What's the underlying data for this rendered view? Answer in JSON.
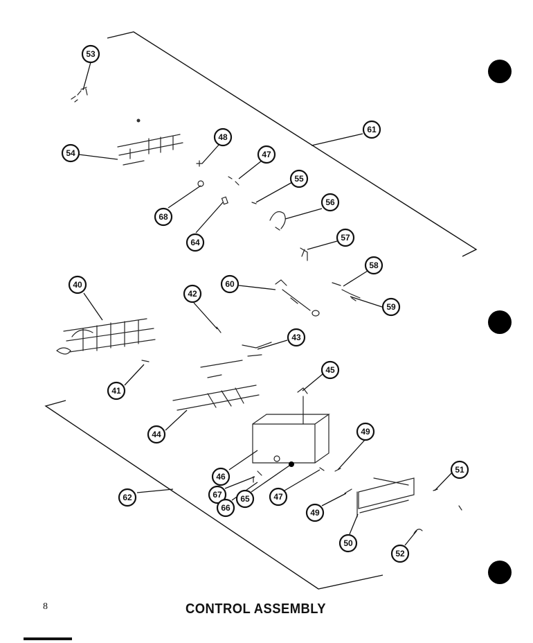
{
  "title": "CONTROL ASSEMBLY",
  "page_number": "8",
  "callouts": [
    "53",
    "54",
    "48",
    "47",
    "61",
    "55",
    "68",
    "64",
    "56",
    "57",
    "58",
    "60",
    "59",
    "40",
    "42",
    "43",
    "41",
    "45",
    "44",
    "46",
    "49",
    "51",
    "67",
    "65",
    "47",
    "66",
    "62",
    "49",
    "50",
    "52"
  ]
}
